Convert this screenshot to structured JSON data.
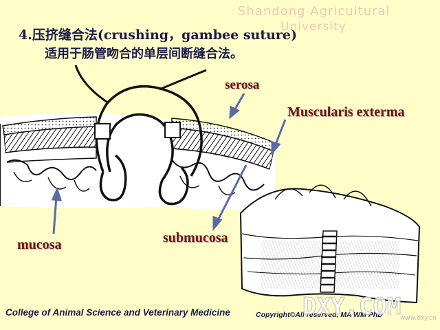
{
  "watermark": {
    "line1": "Shandong Agricultural",
    "line2": "University"
  },
  "title": "4.压挤缝合法(crushing，gambee suture)",
  "subtitle": "适用于肠管吻合的单层间断缝合法。",
  "labels": {
    "serosa": "serosa",
    "muscularis": "Muscularis exterma",
    "submucosa": "submucosa",
    "mucosa": "mucosa"
  },
  "footer": {
    "college": "College of Animal Science and Veterinary Medicine",
    "copyright": "Copyright©All reserved, MA WM PhD"
  },
  "site_watermark": {
    "brand": "DXY.COM",
    "url": "www.dxy.cn"
  },
  "colors": {
    "background": "#fffdc8",
    "title_text": "#1a1a4a",
    "label_text": "#6a1616",
    "arrow": "#5a6aa8"
  }
}
